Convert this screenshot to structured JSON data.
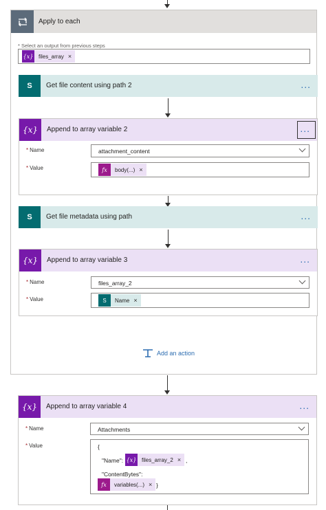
{
  "top_connector": true,
  "loop": {
    "title": "Apply to each",
    "select_label": "* Select an output from previous steps",
    "token": "files_array",
    "add_action": "Add an action"
  },
  "step_get_content": {
    "title": "Get file content using path 2",
    "more": "..."
  },
  "step_append2": {
    "title": "Append to array variable 2",
    "more": "...",
    "name_label": "Name",
    "name_value": "attachment_content",
    "value_label": "Value",
    "value_token": "body(...)"
  },
  "step_get_meta": {
    "title": "Get file metadata using path",
    "more": "..."
  },
  "step_append3": {
    "title": "Append to array variable 3",
    "more": "...",
    "name_label": "Name",
    "name_value": "files_array_2",
    "value_label": "Value",
    "value_token": "Name"
  },
  "step_append4": {
    "title": "Append to array variable 4",
    "more": "...",
    "name_label": "Name",
    "name_value": "Attachments",
    "value_label": "Value",
    "line_open": "{",
    "key_name": "\"Name\":",
    "token_name": "files_array_2",
    "comma": ",",
    "key_content": "\"ContentBytes\":",
    "token_content": "variables(...)",
    "line_close": "}"
  }
}
